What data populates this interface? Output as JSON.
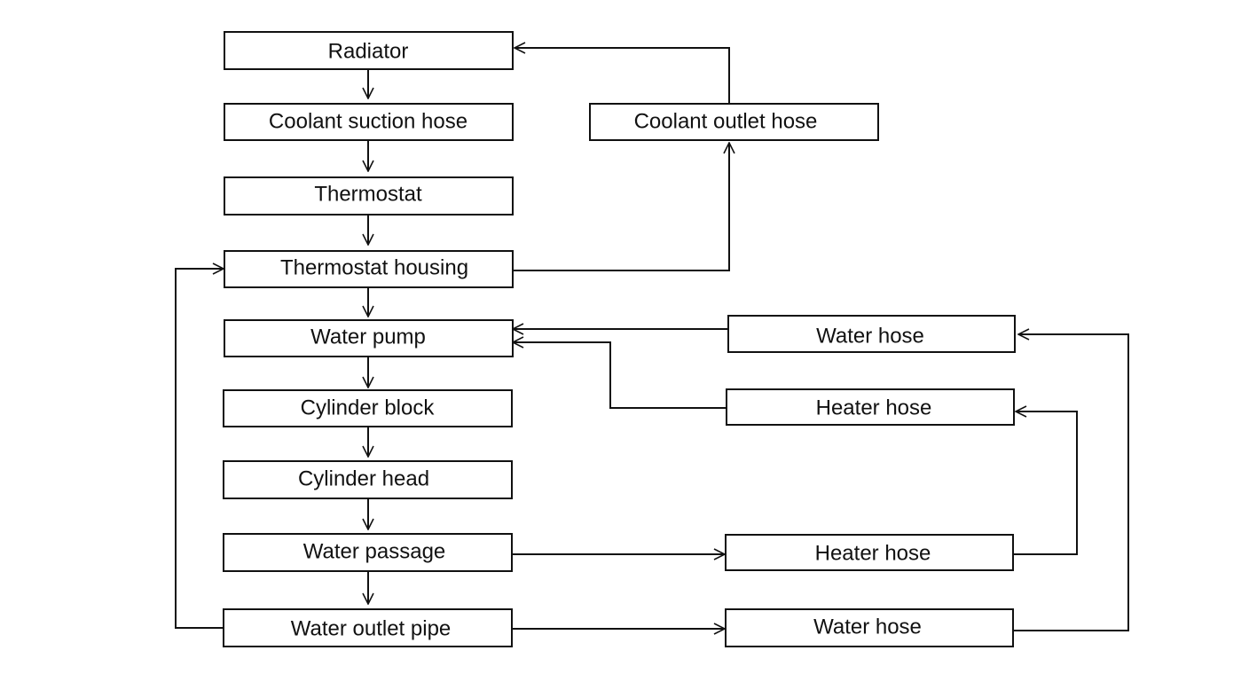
{
  "nodes": {
    "radiator": "Radiator",
    "coolant_suction_hose": "Coolant suction hose",
    "thermostat": "Thermostat",
    "thermostat_housing": "Thermostat housing",
    "water_pump": "Water pump",
    "cylinder_block": "Cylinder block",
    "cylinder_head": "Cylinder head",
    "water_passage": "Water passage",
    "water_outlet_pipe": "Water outlet pipe",
    "coolant_outlet_hose": "Coolant outlet hose",
    "water_hose_upper": "Water hose",
    "heater_hose_upper": "Heater hose",
    "heater_hose_lower": "Heater hose",
    "water_hose_lower": "Water hose"
  },
  "edges": [
    {
      "from": "radiator",
      "to": "coolant_suction_hose"
    },
    {
      "from": "coolant_suction_hose",
      "to": "thermostat"
    },
    {
      "from": "thermostat",
      "to": "thermostat_housing"
    },
    {
      "from": "thermostat_housing",
      "to": "water_pump"
    },
    {
      "from": "water_pump",
      "to": "cylinder_block"
    },
    {
      "from": "cylinder_block",
      "to": "cylinder_head"
    },
    {
      "from": "cylinder_head",
      "to": "water_passage"
    },
    {
      "from": "water_passage",
      "to": "water_outlet_pipe"
    },
    {
      "from": "thermostat_housing",
      "to": "coolant_outlet_hose"
    },
    {
      "from": "coolant_outlet_hose",
      "to": "radiator"
    },
    {
      "from": "water_outlet_pipe",
      "to": "thermostat_housing"
    },
    {
      "from": "water_passage",
      "to": "heater_hose_lower"
    },
    {
      "from": "water_outlet_pipe",
      "to": "water_hose_lower"
    },
    {
      "from": "heater_hose_lower",
      "to": "heater_hose_upper"
    },
    {
      "from": "water_hose_lower",
      "to": "water_hose_upper"
    },
    {
      "from": "water_hose_upper",
      "to": "water_pump"
    },
    {
      "from": "heater_hose_upper",
      "to": "water_pump"
    }
  ]
}
